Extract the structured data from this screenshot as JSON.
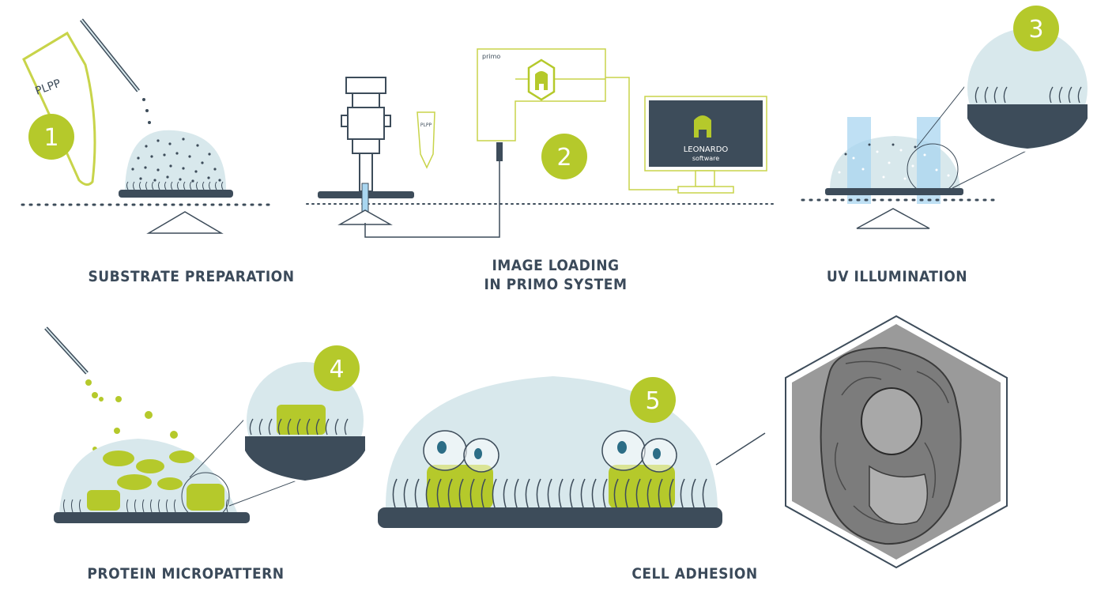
{
  "colors": {
    "accent": "#b5c92b",
    "dark": "#3d4c5a",
    "fluid": "#d8e8ec",
    "tube_outline": "#c8d44a",
    "uv_light": "#a9d6f0"
  },
  "steps": [
    {
      "number": "1",
      "caption_lines": [
        "SUBSTRATE PREPARATION"
      ]
    },
    {
      "number": "2",
      "caption_lines": [
        "IMAGE LOADING",
        "IN PRIMO SYSTEM"
      ]
    },
    {
      "number": "3",
      "caption_lines": [
        "UV ILLUMINATION"
      ]
    },
    {
      "number": "4",
      "caption_lines": [
        "PROTEIN MICROPATTERN"
      ]
    },
    {
      "number": "5",
      "caption_lines": [
        "CELL ADHESION"
      ]
    }
  ],
  "labels": {
    "tube_large": "PLPP",
    "tube_small": "PLPP",
    "device": "primo",
    "software_name": "LEONARDO",
    "software_sub": "software"
  }
}
